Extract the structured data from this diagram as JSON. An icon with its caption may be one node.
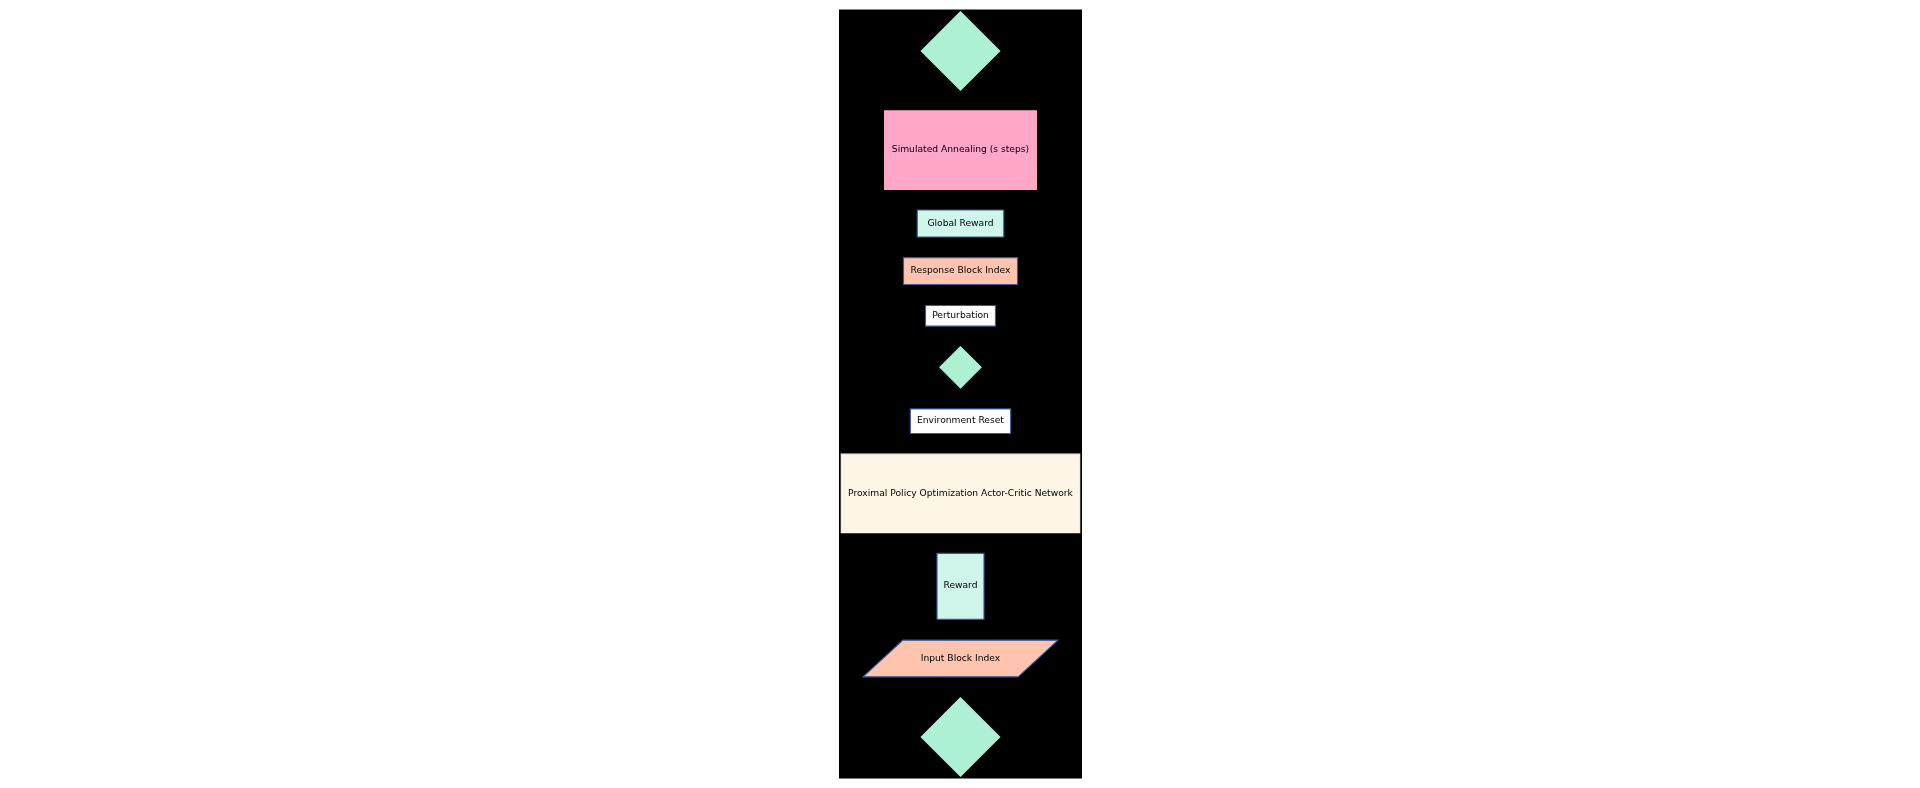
{
  "diagram": {
    "nodes": [
      {
        "text": [],
        "shape": "diamond"
      },
      {
        "text": [
          "Input Block Index"
        ]
      },
      {
        "text": [
          "Reward"
        ]
      },
      {
        "text": [
          "Proximal Policy Optimization Actor-Critic Network"
        ]
      },
      {
        "text": [
          "Environment Reset"
        ]
      },
      {
        "text": [],
        "shape": "diamond"
      },
      {
        "text": [
          "Perturbation"
        ]
      },
      {
        "text": [
          "Response Block Index"
        ]
      },
      {
        "text": [
          "Global Reward"
        ]
      },
      {
        "text": [
          "Simulated Annealing (s steps)"
        ]
      },
      {
        "text": [],
        "shape": "diamond"
      }
    ],
    "edges": []
  }
}
